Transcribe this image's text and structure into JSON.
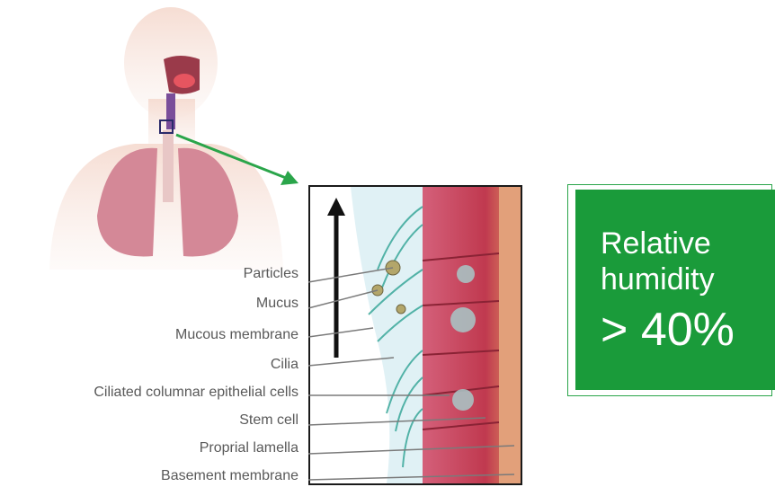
{
  "labels": [
    "Particles",
    "Mucus",
    "Mucous membrane",
    "Cilia",
    "Ciliated columnar epithelial cells",
    "Stem cell",
    "Proprial lamella",
    "Basement membrane"
  ],
  "badge": {
    "line1": "Relative",
    "line2": "humidity",
    "value": "> 40%"
  },
  "colors": {
    "accent_green": "#1a9b3a",
    "arrow_green": "#2aa54a",
    "label_gray": "#595959",
    "tissue_red": "#c0394f",
    "cilia_teal": "#3aa89a"
  }
}
